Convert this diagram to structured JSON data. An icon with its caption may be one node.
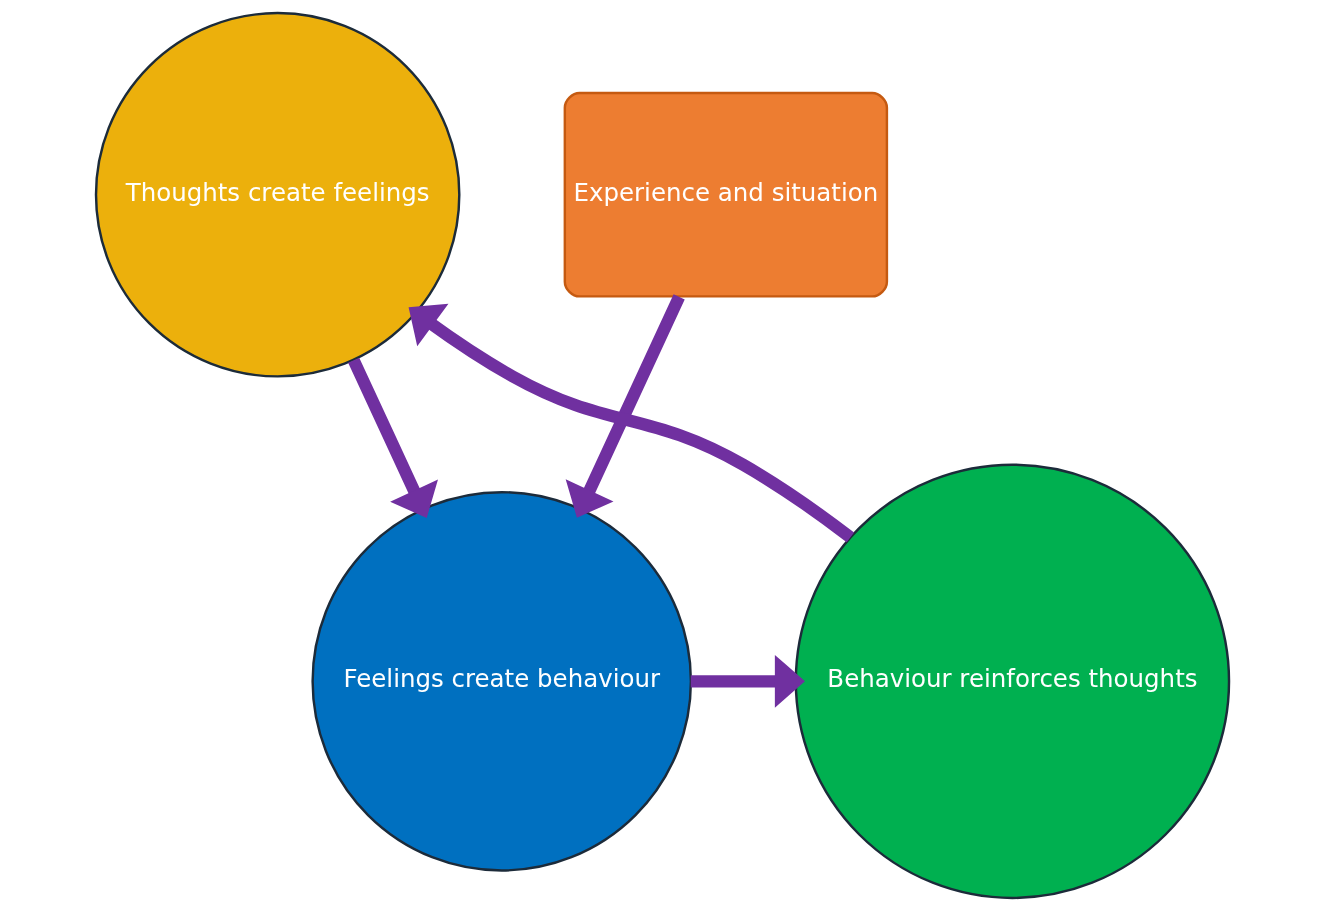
{
  "diagram": {
    "nodes": [
      {
        "text": [
          "Thoughts create feelings"
        ]
      },
      {
        "text": [
          "Experience and situation"
        ]
      },
      {
        "text": [
          "Feelings create behaviour"
        ]
      },
      {
        "text": [
          "Behaviour reinforces thoughts"
        ]
      }
    ],
    "edges": [
      {
        "from": 0,
        "to": 2,
        "arrow": "to"
      },
      {
        "from": 1,
        "to": 2,
        "arrow": "to"
      },
      {
        "from": 2,
        "to": 3,
        "arrow": "to"
      },
      {
        "from": 3,
        "to": 0,
        "arrow": "to"
      }
    ]
  }
}
